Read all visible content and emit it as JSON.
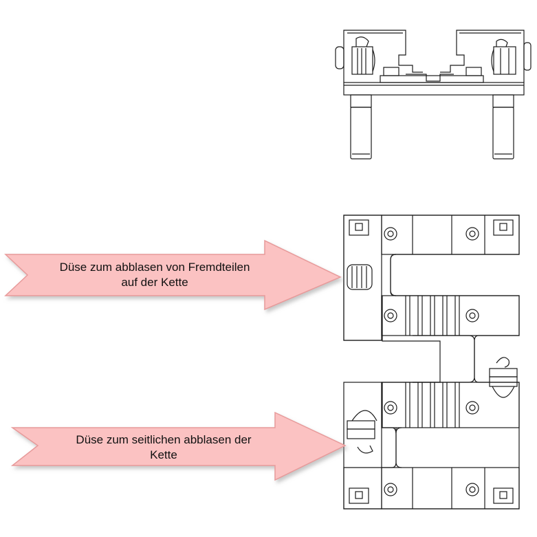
{
  "callouts": [
    {
      "line1": "Düse zum abblasen von Fremdteilen",
      "line2": "auf der Kette"
    },
    {
      "line1": "Düse zum seitlichen abblasen der",
      "line2": "Kette"
    }
  ],
  "colors": {
    "arrow_fill": "#fbc2c2",
    "arrow_stroke": "#e79a9a",
    "drawing_stroke": "#1a1a1a",
    "background": "#ffffff"
  }
}
